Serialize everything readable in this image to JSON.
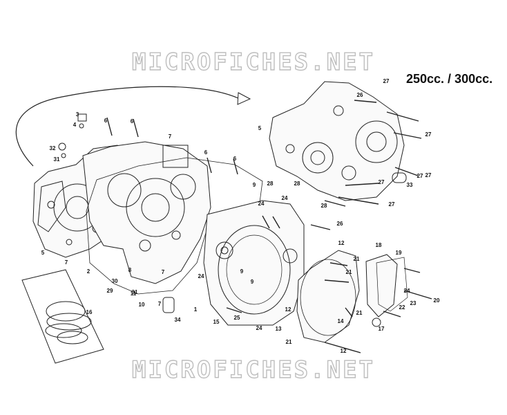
{
  "watermark": "MICROFICHES.NET",
  "title": "250cc. / 300cc.",
  "callouts": [
    "1",
    "2",
    "3",
    "4",
    "5",
    "5",
    "6",
    "6",
    "6",
    "6",
    "7",
    "7",
    "7",
    "7",
    "8",
    "9",
    "9",
    "9",
    "10",
    "11",
    "12",
    "12",
    "12",
    "13",
    "14",
    "15",
    "16",
    "17",
    "18",
    "19",
    "20",
    "21",
    "21",
    "21",
    "21",
    "22",
    "23",
    "24",
    "24",
    "24",
    "24",
    "24",
    "25",
    "26",
    "26",
    "27",
    "27",
    "27",
    "27",
    "27",
    "27",
    "28",
    "28",
    "28",
    "29",
    "30",
    "31",
    "31",
    "32",
    "33",
    "34"
  ]
}
